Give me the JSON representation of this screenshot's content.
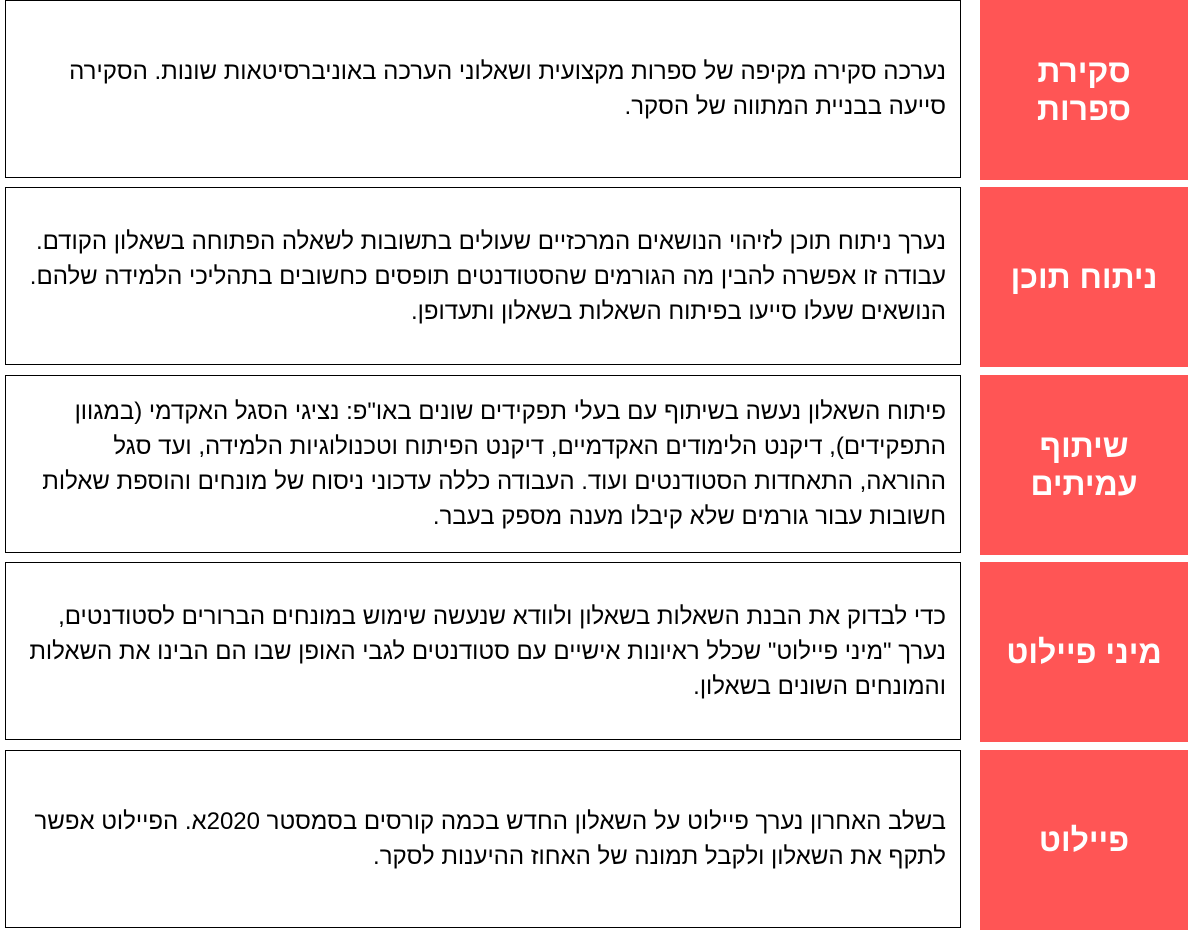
{
  "colors": {
    "label_background": "#ff5555",
    "label_text": "#ffffff",
    "box_border": "#000000"
  },
  "stages": [
    {
      "label": "סקירת ספרות",
      "description": "נערכה סקירה מקיפה של ספרות מקצועית ושאלוני הערכה באוניברסיטאות שונות. הסקירה סייעה בבניית המתווה של הסקר."
    },
    {
      "label": "ניתוח תוכן",
      "description": "נערך ניתוח תוכן לזיהוי הנושאים המרכזיים שעולים בתשובות לשאלה הפתוחה בשאלון הקודם. עבודה זו אפשרה להבין מה הגורמים שהסטודנטים תופסים כחשובים בתהליכי הלמידה שלהם. הנושאים שעלו סייעו בפיתוח השאלות בשאלון ותעדופן."
    },
    {
      "label": "שיתוף עמיתים",
      "description": "פיתוח השאלון נעשה בשיתוף עם בעלי תפקידים שונים באו\"פ: נציגי הסגל האקדמי (במגוון התפקידים), דיקנט הלימודים האקדמיים, דיקנט הפיתוח וטכנולוגיות הלמידה, ועד סגל ההוראה, התאחדות הסטודנטים ועוד. העבודה כללה עדכוני ניסוח של מונחים והוספת שאלות חשובות עבור גורמים שלא קיבלו מענה מספק בעבר."
    },
    {
      "label": "מיני פיילוט",
      "description": "כדי לבדוק את הבנת השאלות בשאלון ולוודא שנעשה שימוש במונחים הברורים לסטודנטים, נערך \"מיני פיילוט\" שכלל ראיונות אישיים עם סטודנטים לגבי האופן שבו הם הבינו את השאלות והמונחים השונים בשאלון."
    },
    {
      "label": "פיילוט",
      "description": "בשלב האחרון נערך פיילוט על השאלון החדש בכמה קורסים בסמסטר 2020א. הפיילוט אפשר לתקף את השאלון ולקבל תמונה של האחוז ההיענות לסקר."
    }
  ]
}
